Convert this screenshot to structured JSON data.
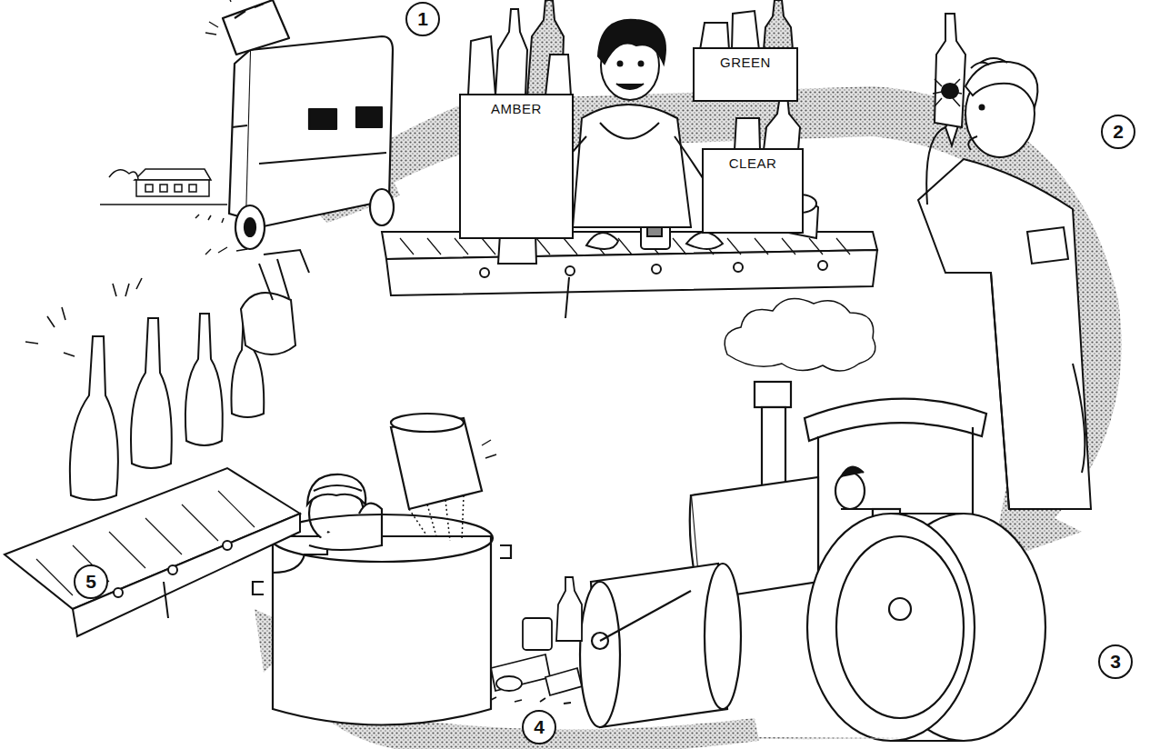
{
  "diagram": {
    "nodes": [
      {
        "text": [
          "1"
        ]
      },
      {
        "text": [
          "AMBER"
        ]
      },
      {
        "text": [
          "GREEN"
        ]
      },
      {
        "text": [
          "CLEAR"
        ]
      },
      {
        "text": [
          "2"
        ]
      },
      {
        "text": [
          "5"
        ]
      },
      {
        "text": [
          "3"
        ]
      },
      {
        "text": [
          "4"
        ]
      }
    ]
  }
}
